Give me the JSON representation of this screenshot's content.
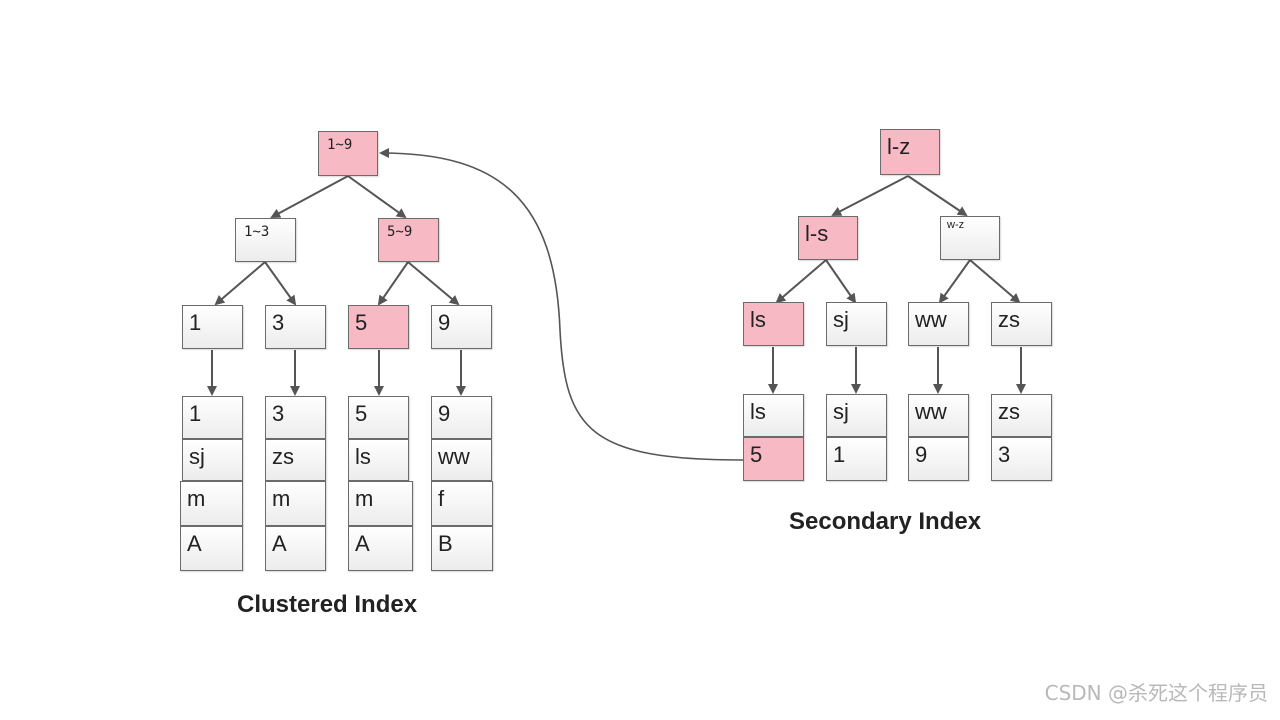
{
  "clustered": {
    "caption": "Clustered Index",
    "root": "1~9",
    "left_internal": "1~3",
    "right_internal": "5~9",
    "leaves": [
      "1",
      "3",
      "5",
      "9"
    ],
    "rows": [
      [
        "1",
        "sj",
        "m",
        "A"
      ],
      [
        "3",
        "zs",
        "m",
        "A"
      ],
      [
        "5",
        "ls",
        "m",
        "A"
      ],
      [
        "9",
        "ww",
        "f",
        "B"
      ]
    ]
  },
  "secondary": {
    "caption": "Secondary Index",
    "root": "l-z",
    "left_internal": "l-s",
    "right_internal": "w-z",
    "leaves": [
      "ls",
      "sj",
      "ww",
      "zs"
    ],
    "rows": [
      [
        "ls",
        "5"
      ],
      [
        "sj",
        "1"
      ],
      [
        "ww",
        "9"
      ],
      [
        "zs",
        "3"
      ]
    ]
  },
  "watermark": "CSDN @杀死这个程序员",
  "colors": {
    "highlight": "#f7b9c4",
    "border": "#6b6b6b",
    "arrow": "#555555"
  }
}
